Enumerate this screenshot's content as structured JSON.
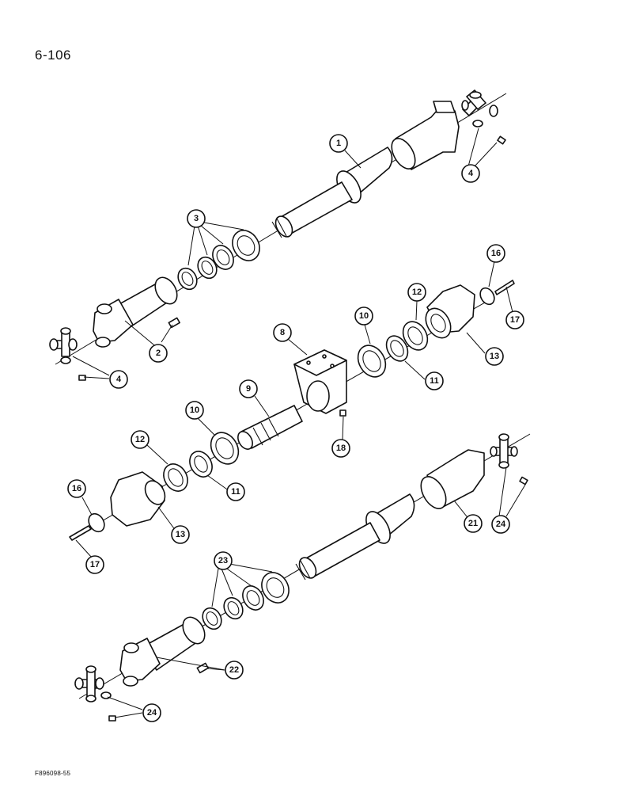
{
  "page_number": "6-106",
  "figure_code": "F896098-55",
  "callouts": [
    {
      "id": "c1",
      "label": "1"
    },
    {
      "id": "c3",
      "label": "3"
    },
    {
      "id": "c4a",
      "label": "4"
    },
    {
      "id": "c2",
      "label": "2"
    },
    {
      "id": "c4b",
      "label": "4"
    },
    {
      "id": "c8",
      "label": "8"
    },
    {
      "id": "c10a",
      "label": "10"
    },
    {
      "id": "c12a",
      "label": "12"
    },
    {
      "id": "c16a",
      "label": "16"
    },
    {
      "id": "c17a",
      "label": "17"
    },
    {
      "id": "c13a",
      "label": "13"
    },
    {
      "id": "c11a",
      "label": "11"
    },
    {
      "id": "c9",
      "label": "9"
    },
    {
      "id": "c18",
      "label": "18"
    },
    {
      "id": "c10b",
      "label": "10"
    },
    {
      "id": "c12b",
      "label": "12"
    },
    {
      "id": "c11b",
      "label": "11"
    },
    {
      "id": "c16b",
      "label": "16"
    },
    {
      "id": "c13b",
      "label": "13"
    },
    {
      "id": "c17b",
      "label": "17"
    },
    {
      "id": "c21",
      "label": "21"
    },
    {
      "id": "c24a",
      "label": "24"
    },
    {
      "id": "c23",
      "label": "23"
    },
    {
      "id": "c22",
      "label": "22"
    },
    {
      "id": "c24b",
      "label": "24"
    }
  ]
}
